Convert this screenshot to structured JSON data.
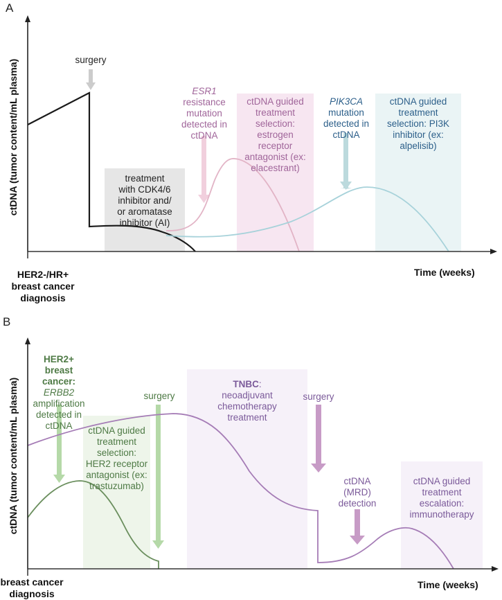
{
  "panel_a": {
    "letter": "A",
    "y_axis_label": "ctDNA (tumor content/mL plasma)",
    "x_axis_label": "Time (weeks)",
    "diagnosis_label_lines": [
      "HER2-/HR+",
      "breast cancer",
      "diagnosis"
    ],
    "annotations": {
      "surgery": "surgery",
      "treatment_box_lines": [
        "treatment",
        "with CDK4/6",
        "inhibitor and/",
        "or aromatase",
        "inhibitor (AI)"
      ],
      "esr1_gene": "ESR1",
      "esr1_lines": [
        "resistance",
        "mutation",
        "detected in",
        "ctDNA"
      ],
      "estrogen_box_lines": [
        "ctDNA guided",
        "treatment",
        "selection:",
        "estrogen",
        "receptor",
        "antagonist (ex:",
        "elacestrant)"
      ],
      "pik3ca_gene": "PIK3CA",
      "pik3ca_lines": [
        "mutation",
        "detected in",
        "ctDNA"
      ],
      "pi3k_box_lines": [
        "ctDNA guided",
        "treatment",
        "selection: PI3K",
        "inhibitor (ex:",
        "alpelisib)"
      ]
    },
    "colors": {
      "black_curve": "#1a1a1a",
      "gray_box": "#e6e6e6",
      "gray_arrow": "#cccccc",
      "pink_curve": "#e2b4c6",
      "pink_box": "#f7e6f1",
      "pink_arrow": "#f1cfdd",
      "pink_text": "#a0659a",
      "teal_curve": "#a7d2da",
      "teal_box": "#eaf4f5",
      "teal_arrow": "#bcdadd",
      "blue_text": "#2c5f8a"
    }
  },
  "panel_b": {
    "letter": "B",
    "y_axis_label": "ctDNA (tumor content/mL plasma)",
    "x_axis_label": "Time (weeks)",
    "diagnosis_label_lines": [
      "breast cancer",
      "diagnosis"
    ],
    "annotations": {
      "her2_bold_lines": [
        "HER2+ breast",
        "cancer:"
      ],
      "erbb2_gene": "ERBB2",
      "her2_lines": [
        "amplification",
        "detected in",
        "ctDNA"
      ],
      "surgery_green": "surgery",
      "her2_box_lines": [
        "ctDNA guided",
        "treatment",
        "selection:",
        "HER2 receptor",
        "antagonist (ex:",
        "trastuzumab)"
      ],
      "tnbc_bold": "TNBC",
      "tnbc_lines": [
        "neoadjuvant",
        "chemotherapy",
        "treatment"
      ],
      "surgery_purple": "surgery",
      "mrd_lines": [
        "ctDNA",
        "(MRD)",
        "detection"
      ],
      "immuno_box_lines": [
        "ctDNA guided",
        "treatment",
        "escalation:",
        "immunotherapy"
      ]
    },
    "colors": {
      "green_curve": "#6b8f5e",
      "green_box": "#eef5ea",
      "green_arrow": "#b5d9a8",
      "green_text": "#4e7a45",
      "purple_curve": "#a57cb6",
      "purple_box": "#f6f1f9",
      "purple_arrow": "#c79bc6",
      "purple_text": "#7b5a9a"
    }
  }
}
